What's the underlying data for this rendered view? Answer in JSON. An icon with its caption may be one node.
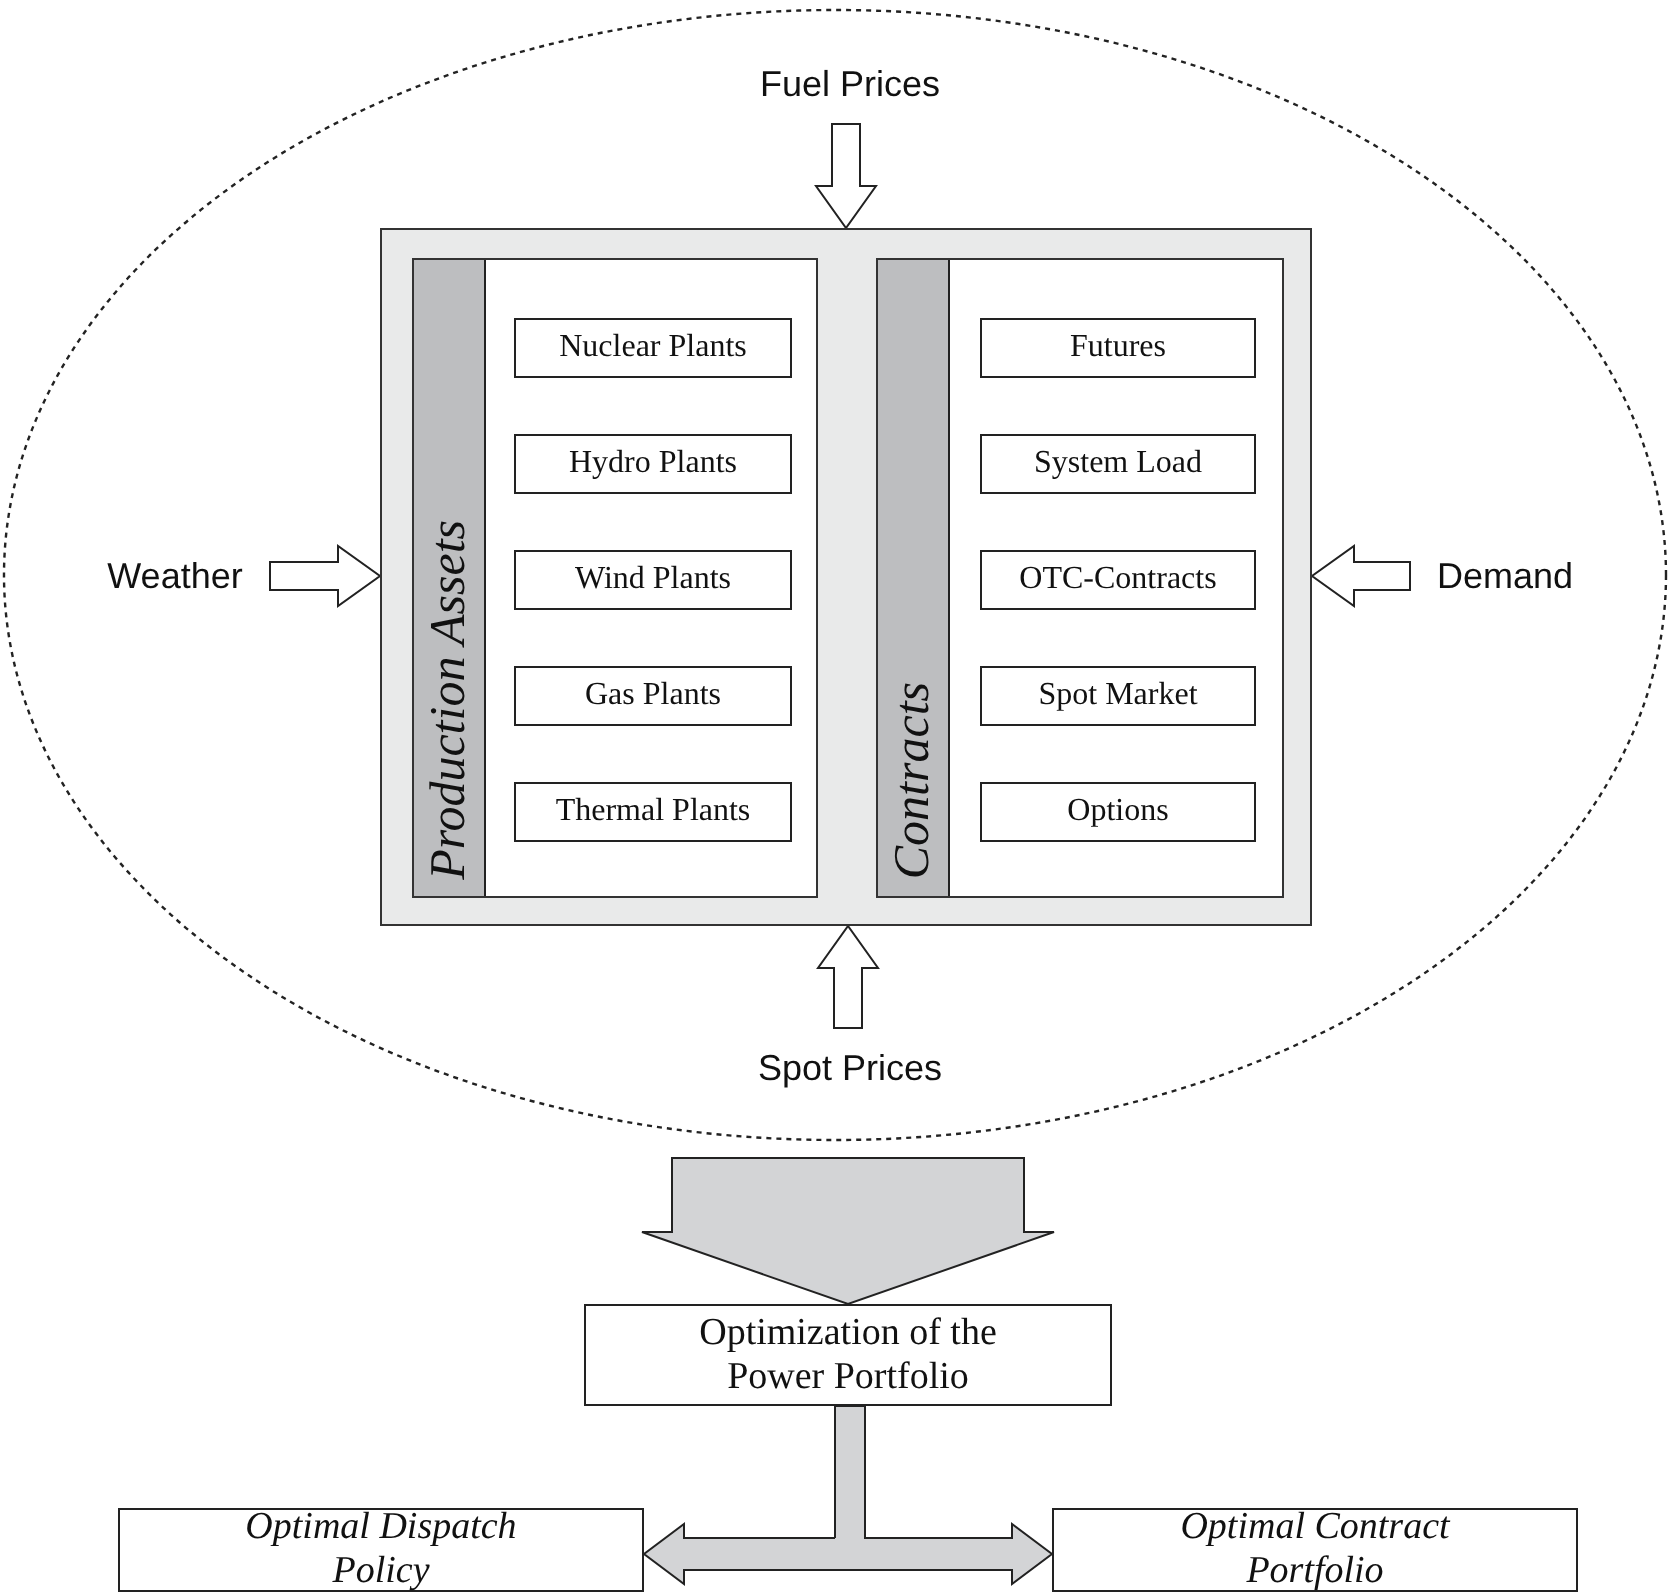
{
  "diagram": {
    "nodes": [
      {
        "text": [],
        "shape": "ellipse"
      },
      {
        "text": [],
        "shape": "box",
        "in": 0
      },
      {
        "text": [
          "Production Assets"
        ],
        "in": 1
      },
      {
        "text": [
          "Nuclear Plants"
        ],
        "in": 2
      },
      {
        "text": [
          "Hydro Plants"
        ],
        "in": 2
      },
      {
        "text": [
          "Wind Plants"
        ],
        "in": 2
      },
      {
        "text": [
          "Gas Plants"
        ],
        "in": 2
      },
      {
        "text": [
          "Thermal Plants"
        ],
        "in": 2
      },
      {
        "text": [
          "Contracts"
        ],
        "in": 1
      },
      {
        "text": [
          "Futures"
        ],
        "in": 8
      },
      {
        "text": [
          "System Load"
        ],
        "in": 8
      },
      {
        "text": [
          "OTC-Contracts"
        ],
        "in": 8
      },
      {
        "text": [
          "Spot Market"
        ],
        "in": 8
      },
      {
        "text": [
          "Options"
        ],
        "in": 8
      },
      {
        "text": [
          "Fuel Prices"
        ],
        "in": 0
      },
      {
        "text": [
          "Weather"
        ],
        "in": 0
      },
      {
        "text": [
          "Demand"
        ],
        "in": 0
      },
      {
        "text": [
          "Spot Prices"
        ],
        "in": 0
      },
      {
        "text": [
          "Optimization of the Power Portfolio"
        ]
      },
      {
        "text": [
          "Optimal Dispatch Policy"
        ]
      },
      {
        "text": [
          "Optimal Contract Portfolio"
        ]
      }
    ],
    "edges": [
      {
        "from": 14,
        "to": 1,
        "arrow": "to"
      },
      {
        "from": 15,
        "to": 1,
        "arrow": "to"
      },
      {
        "from": 16,
        "to": 1,
        "arrow": "to"
      },
      {
        "from": 17,
        "to": 1,
        "arrow": "to"
      },
      {
        "from": 0,
        "to": 18,
        "arrow": "to",
        "color": "#d3d4d6"
      },
      {
        "from": 18,
        "to": 19,
        "arrow": "to",
        "color": "#d3d4d6"
      },
      {
        "from": 18,
        "to": 20,
        "arrow": "to",
        "color": "#d3d4d6"
      }
    ]
  }
}
